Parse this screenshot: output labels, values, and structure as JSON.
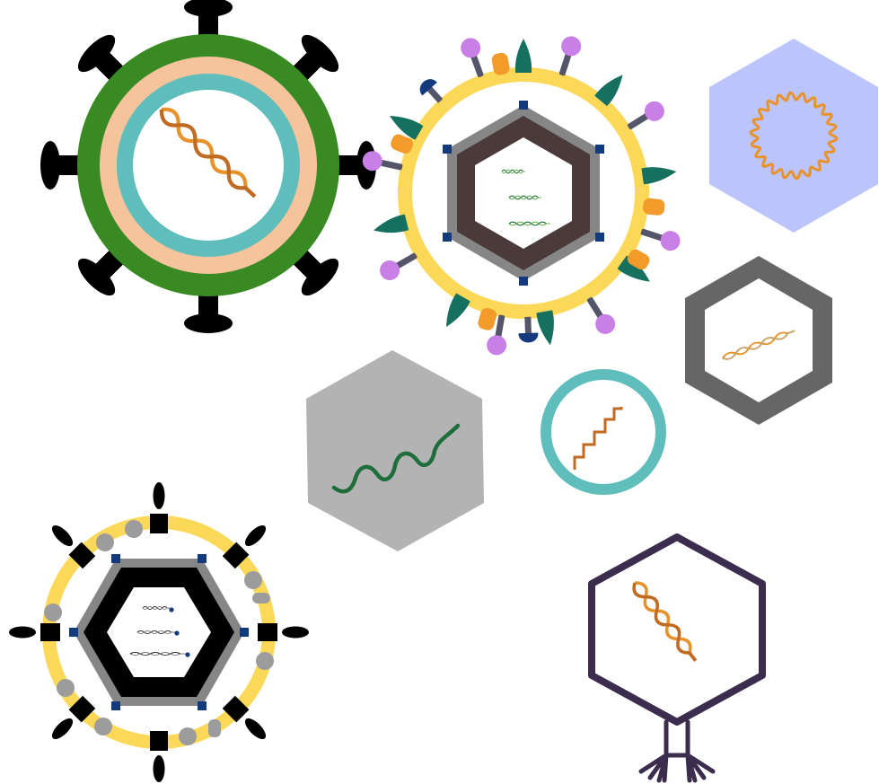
{
  "figure": {
    "background": "#ffffff"
  },
  "colors": {
    "black": "#000000",
    "dark_green": "#3a8a24",
    "peach": "#f5c39c",
    "teal": "#5fbdbb",
    "orange": "#e8922a",
    "brown_orange": "#c06a22",
    "yellow": "#fcd858",
    "purple_lilac": "#c980e6",
    "navy": "#133a7c",
    "slate": "#55556a",
    "deep_teal": "#16705f",
    "dark_brown": "#4a3b3a",
    "gray": "#868686",
    "light_gray": "#b3b3b3",
    "mid_gray": "#9c9c9c",
    "periwinkle": "#bcc4fc",
    "charcoal": "#666666",
    "strand_green": "#1d6e3a",
    "plum": "#3c2d4f"
  },
  "viruses": [
    {
      "name": "enveloped-spiked",
      "icons": [
        "spike-icon",
        "dsdna-icon"
      ]
    },
    {
      "name": "enveloped-glycoprotein",
      "icons": [
        "glycoprotein-icon",
        "rna-strand-icon"
      ]
    },
    {
      "name": "naked-circular-genome",
      "icons": [
        "circular-genome-icon"
      ]
    },
    {
      "name": "naked-dsdna-capsid",
      "icons": [
        "dsdna-icon"
      ]
    },
    {
      "name": "naked-ssrna-capsid",
      "icons": [
        "wavy-strand-icon"
      ]
    },
    {
      "name": "ring-zigzag",
      "icons": [
        "zigzag-strand-icon"
      ]
    },
    {
      "name": "enveloped-gray",
      "icons": [
        "spike-icon",
        "rna-strand-icon"
      ]
    },
    {
      "name": "bacteriophage",
      "icons": [
        "dsdna-icon",
        "tail-fiber-icon"
      ]
    }
  ]
}
